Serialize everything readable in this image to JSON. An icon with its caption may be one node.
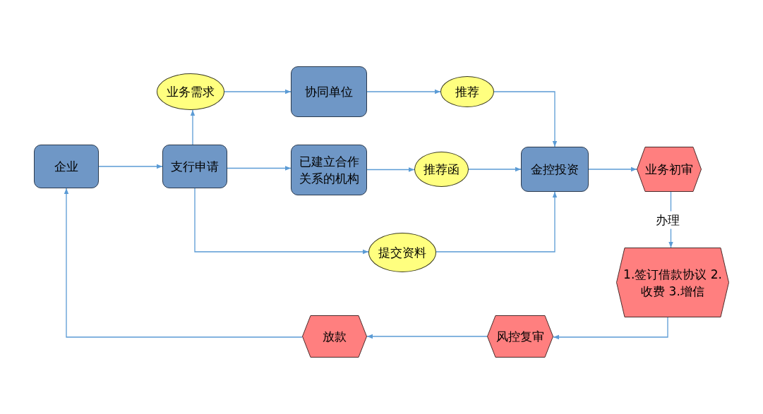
{
  "diagram": {
    "nodes": [
      {
        "text": [
          "企业"
        ]
      },
      {
        "text": [
          "支行申请"
        ]
      },
      {
        "text": [
          "业务需求"
        ]
      },
      {
        "text": [
          "协同单位"
        ]
      },
      {
        "text": [
          "推荐"
        ]
      },
      {
        "text": [
          "已建立合作关系的机构"
        ]
      },
      {
        "text": [
          "推荐函"
        ]
      },
      {
        "text": [
          "金控投资"
        ]
      },
      {
        "text": [
          "业务初审"
        ]
      },
      {
        "text": [
          "提交资料"
        ]
      },
      {
        "text": [
          "1.签订借款协议 2.收费 3.增信"
        ]
      },
      {
        "text": [
          "风控复审"
        ]
      },
      {
        "text": [
          "放款"
        ]
      }
    ],
    "edges": [
      {
        "from": 0,
        "to": 1,
        "arrow": "to"
      },
      {
        "from": 1,
        "to": 2,
        "arrow": "to"
      },
      {
        "from": 2,
        "to": 3,
        "arrow": "to"
      },
      {
        "from": 3,
        "to": 4,
        "arrow": "to"
      },
      {
        "from": 4,
        "to": 7,
        "arrow": "to"
      },
      {
        "from": 1,
        "to": 5,
        "arrow": "to"
      },
      {
        "from": 5,
        "to": 6,
        "arrow": "to"
      },
      {
        "from": 6,
        "to": 7,
        "arrow": "to"
      },
      {
        "from": 1,
        "to": 9,
        "arrow": "to"
      },
      {
        "from": 9,
        "to": 7,
        "arrow": "to"
      },
      {
        "from": 7,
        "to": 8,
        "arrow": "to"
      },
      {
        "from": 8,
        "to": 10,
        "arrow": "to",
        "label": "办理"
      },
      {
        "from": 10,
        "to": 11,
        "arrow": "to"
      },
      {
        "from": 11,
        "to": 12,
        "arrow": "to"
      },
      {
        "from": 12,
        "to": 0,
        "arrow": "to"
      }
    ]
  }
}
